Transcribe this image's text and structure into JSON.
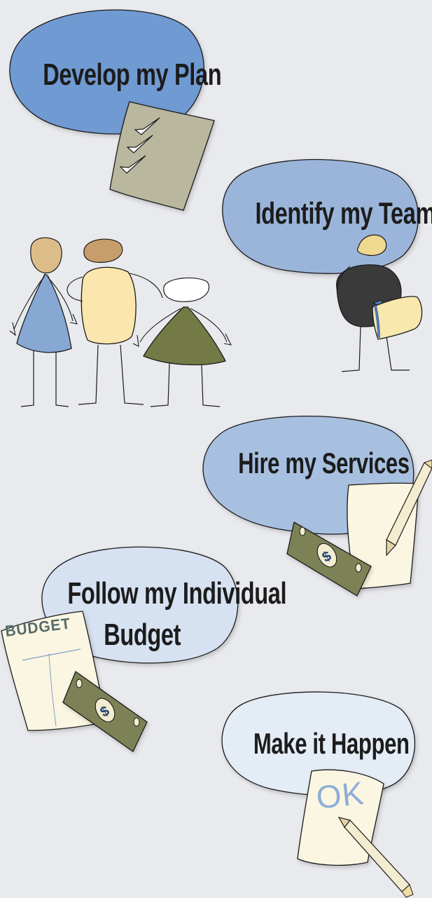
{
  "steps": {
    "plan": "Develop my Plan",
    "team": "Identify my Team",
    "services": "Hire my Services",
    "budget_line1": "Follow my Individual",
    "budget_line2": "Budget",
    "happen": "Make it Happen"
  },
  "props": {
    "budget_sheet": "BUDGET",
    "ok_sheet": "OK"
  },
  "colors": {
    "bubble_dark": "#6f9ad2",
    "bubble_mid": "#9bb5da",
    "bubble_light": "#d6e2f1",
    "bubble_pale": "#e4ecf6",
    "money": "#7d8257",
    "paper": "#fbf6e2",
    "checklist": "#b9b79e"
  },
  "icons": [
    "check-icon",
    "dollar-bill-icon",
    "pencil-icon",
    "folder-icon"
  ]
}
